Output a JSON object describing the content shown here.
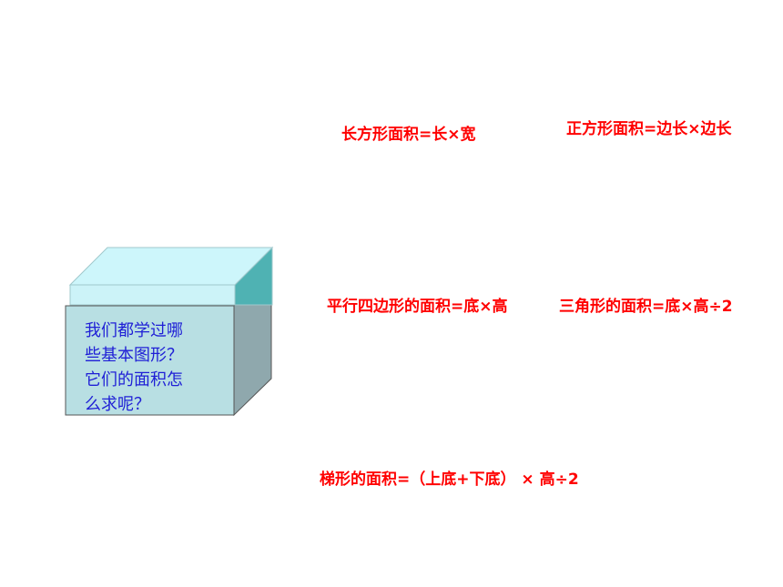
{
  "formulas": {
    "rectangle": "长方形面积=长×宽",
    "square": "正方形面积=边长×边长",
    "parallelogram": "平行四边形的面积=底×高",
    "triangle": "三角形的面积=底×高÷2",
    "trapezoid": "梯形的面积=（上底+下底） × 高÷2"
  },
  "box": {
    "lines": [
      "我们都学过哪",
      "些基本图形？",
      "它们的面积怎",
      "么求呢？"
    ]
  },
  "colors": {
    "formula_text": "#ff0000",
    "box_text": "#1f1fd6",
    "box_front": "#b8dfe3",
    "box_side": "#8fa8ad",
    "lid_top": "#cdf6fb",
    "lid_front": "#ccf3f8",
    "lid_side": "#4fb2b3"
  }
}
